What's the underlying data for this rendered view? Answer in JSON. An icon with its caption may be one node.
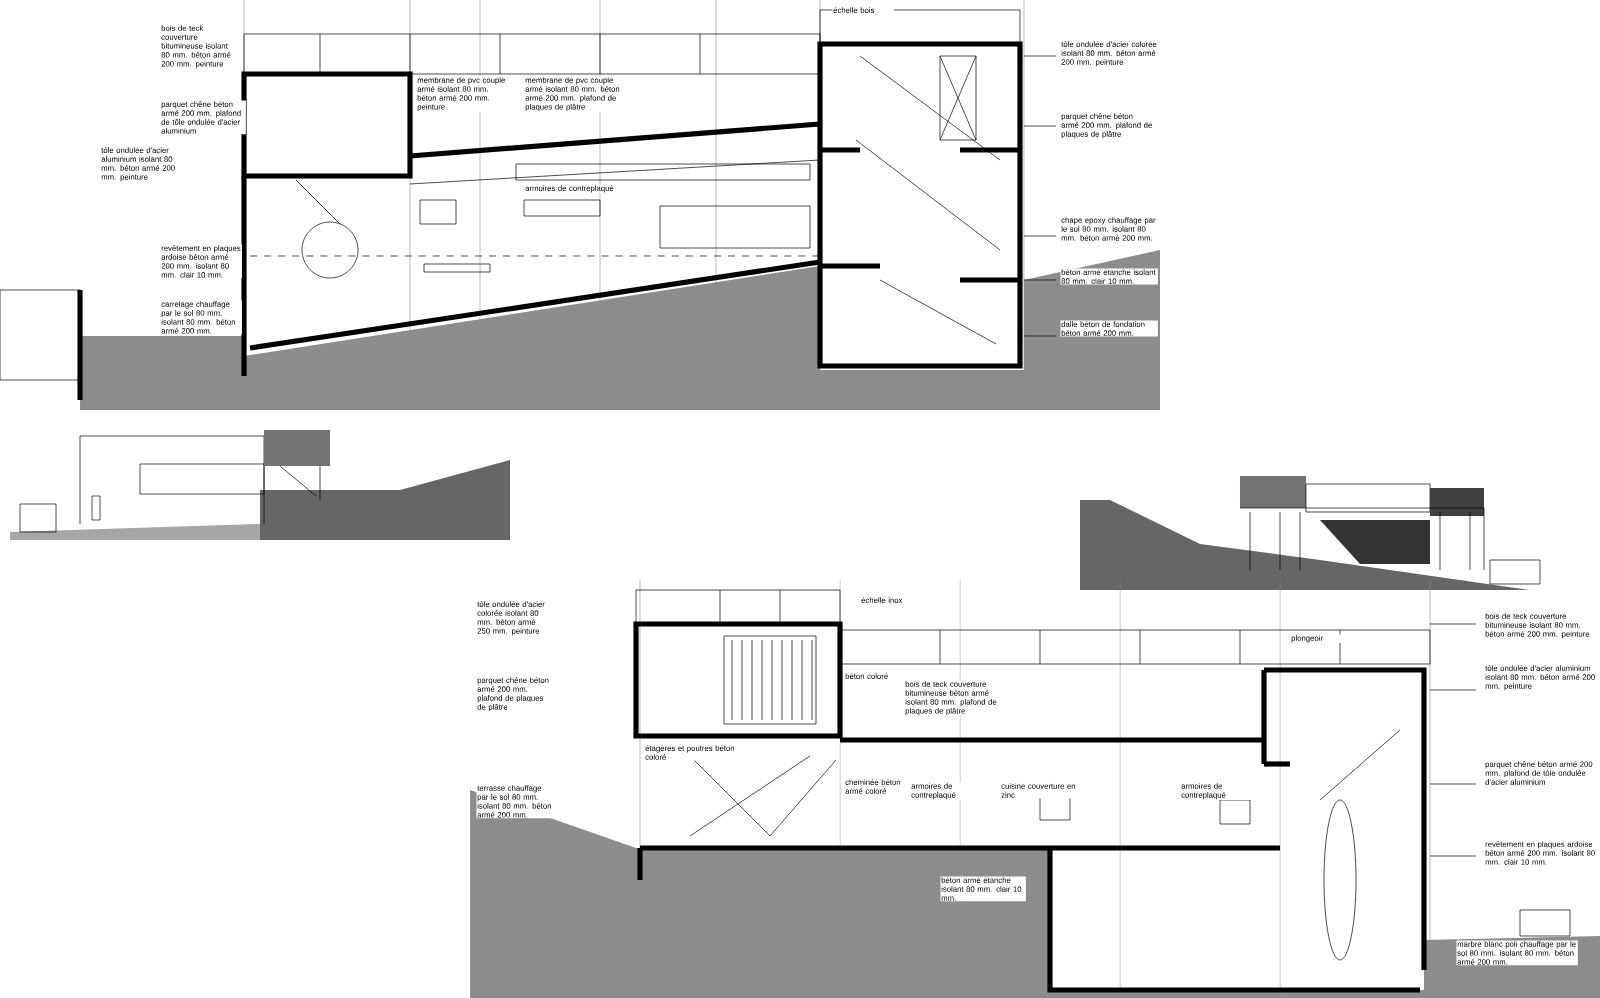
{
  "diagram": {
    "labels": [
      "bois de teck couverture bitumineuse isolant 80 mm. béton armé 200 mm. peinture",
      "parquet chêne béton armé 200 mm. plafond de tôle ondulée d'acier aluminium",
      "tôle ondulée d'acier aluminium isolant 80 mm. béton armé 200 mm. peinture",
      "revêtement en plaques ardoise béton armé 200 mm. isolant 80 mm. clair 10 mm.",
      "carrelage chauffage par le sol 80 mm. isolant 80 mm. béton armé 200 mm.",
      "membrane de pvc couple armé isolant 80 mm. béton armé 200 mm. peinture",
      "membrane de pvc couple armé isolant 80 mm. béton armé 200 mm. plafond de plaques de plâtre",
      "armoires de contreplaqué",
      "échelle bois",
      "tôle ondulée d'acier colorée isolant 80 mm. béton armé 200 mm. peinture",
      "parquet chêne béton armé 200 mm. plafond de plaques de plâtre",
      "chape epoxy chauffage par le sol 80 mm. isolant 80 mm. béton armé 200 mm.",
      "béton armé étanche isolant 80 mm. clair 10 mm.",
      "dalle béton de fondation béton armé 200 mm.",
      "tôle ondulée d'acier colorée isolant 80 mm. béton armé 250 mm. peinture",
      "parquet chêne béton armé 200 mm. plafond de plaques de plâtre",
      "terrasse chauffage par le sol 80 mm. isolant 80 mm. béton armé 200 mm.",
      "échelle inox",
      "béton coloré",
      "bois de teck couverture bitumineuse béton armé isolant 80 mm. plafond de plaques de plâtre",
      "étagères et poutres béton coloré",
      "cheminée béton armé coloré",
      "armoires de contreplaqué",
      "cuisine couverture en zinc",
      "armoires de contreplaqué",
      "plongeoir",
      "béton armé étanche isolant 80 mm. clair 10 mm.",
      "bois de teck couverture bitumineuse isolant 80 mm. béton armé 200 mm. peinture",
      "tôle ondulée d'acier aluminium isolant 80 mm. béton armé 200 mm. peinture",
      "parquet chêne béton armé 200 mm. plafond de tôle ondulée d'acier aluminium",
      "revêtement en plaques ardoise béton armé 200 mm. isolant 80 mm. clair 10 mm.",
      "marbre blanc poli chauffage par le sol 80 mm. isolant 80 mm. béton armé 200 mm."
    ]
  }
}
